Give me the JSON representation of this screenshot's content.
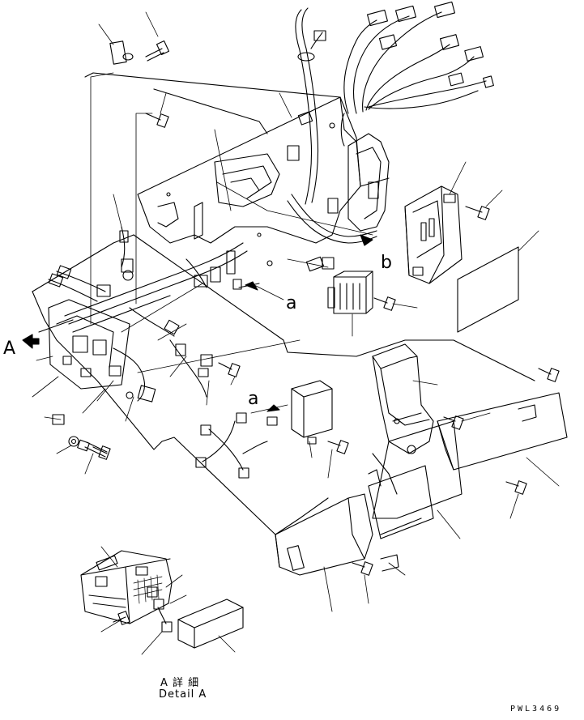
{
  "callouts": {
    "a_upper": "a",
    "a_lower": "a",
    "b": "b",
    "view_A": "A"
  },
  "detail": {
    "title_jp": "A 詳 細",
    "title_en": "Detail A"
  },
  "drawing_id": "PWL3469"
}
